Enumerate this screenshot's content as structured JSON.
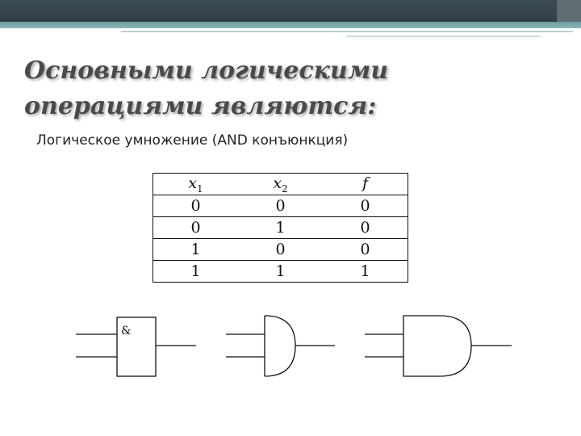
{
  "title": "Основными логическими  операциями являются:",
  "subtitle": "Логическое умножение (AND конъюнкция)",
  "truth_table": {
    "headers": [
      {
        "main": "x",
        "sub": "1"
      },
      {
        "main": "x",
        "sub": "2"
      },
      {
        "main": "f",
        "sub": ""
      }
    ],
    "rows": [
      [
        "0",
        "0",
        "0"
      ],
      [
        "0",
        "1",
        "0"
      ],
      [
        "1",
        "0",
        "0"
      ],
      [
        "1",
        "1",
        "1"
      ]
    ]
  },
  "gates": {
    "rect_gate_label": "&"
  },
  "colors": {
    "header_bar": "#2f3d44",
    "accent": "#7fadb1",
    "title_text": "#4a4a4a"
  }
}
